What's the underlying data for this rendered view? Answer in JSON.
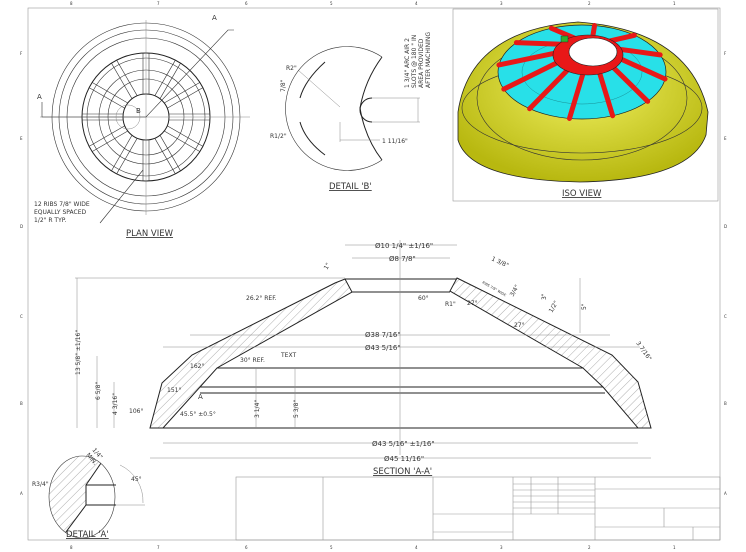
{
  "sheet": {
    "zones_top": [
      "8",
      "7",
      "6",
      "5",
      "4",
      "3",
      "2",
      "1"
    ],
    "zones_side": [
      "F",
      "E",
      "D",
      "C",
      "B",
      "A"
    ]
  },
  "plan_view": {
    "title": "PLAN VIEW",
    "section_marker": "A",
    "detail_marker": "B",
    "note": [
      "12 RIBS 7/8\" WIDE",
      "EQUALLY SPACED",
      "1/2\" R TYP."
    ]
  },
  "detail_b": {
    "title": "DETAIL 'B'",
    "dims": {
      "r2": "R2\"",
      "d78": "7/8\"",
      "r12": "R1/2\"",
      "d1116": "1 11/16\""
    },
    "note": [
      "1 3/4\" ARC AIR 2",
      "SLOTS @ 180 \" IN",
      "AREA PROVIDED",
      "AFTER MACHINING"
    ]
  },
  "iso_view": {
    "title": "ISO VIEW",
    "colors": {
      "body": "#d4d420",
      "ribs": "#e81818",
      "pockets": "#28e0e8",
      "key": "#30b030"
    }
  },
  "section_aa": {
    "title": "SECTION 'A-A'",
    "detail_marker": "A",
    "dims": {
      "d_top_tol": "Ø10 1/4\" ±1/16\"",
      "d_top": "Ø8 7/8\"",
      "one": "1\"",
      "one38": "1 3/8\"",
      "ref262": "26.2° REF.",
      "a60": "60°",
      "r1": "R1\"",
      "ribs": "RIBS 7/8\" WIDE",
      "d34": "3/4\"",
      "d3": "3\"",
      "d12": "1/2\"",
      "d5": "5\"",
      "a27a": "27°",
      "a27b": "27°",
      "d38716": "Ø38 7/16\"",
      "d43516": "Ø43 5/16\"",
      "d3716": "3 7/16\"",
      "text": "TEXT",
      "ref30": "30° REF.",
      "a162": "162°",
      "a151": "151°",
      "a106": "106°",
      "a455": "45.5° ±0.5°",
      "h1358": "13 5/8\" ±1/16\"",
      "h658": "6 5/8\"",
      "h4316": "4 3/16\"",
      "h314": "3 1/4\"",
      "h538": "5 3/8\"",
      "d_bot_tol": "Ø43 5/16\" ±1/16\"",
      "d_bot": "Ø45 11/16\""
    }
  },
  "detail_a": {
    "title": "DETAIL 'A'",
    "dims": {
      "r34": "R3/4\"",
      "min14a": "1/4\"",
      "min14b": "MIN.",
      "a45": "45°"
    }
  }
}
